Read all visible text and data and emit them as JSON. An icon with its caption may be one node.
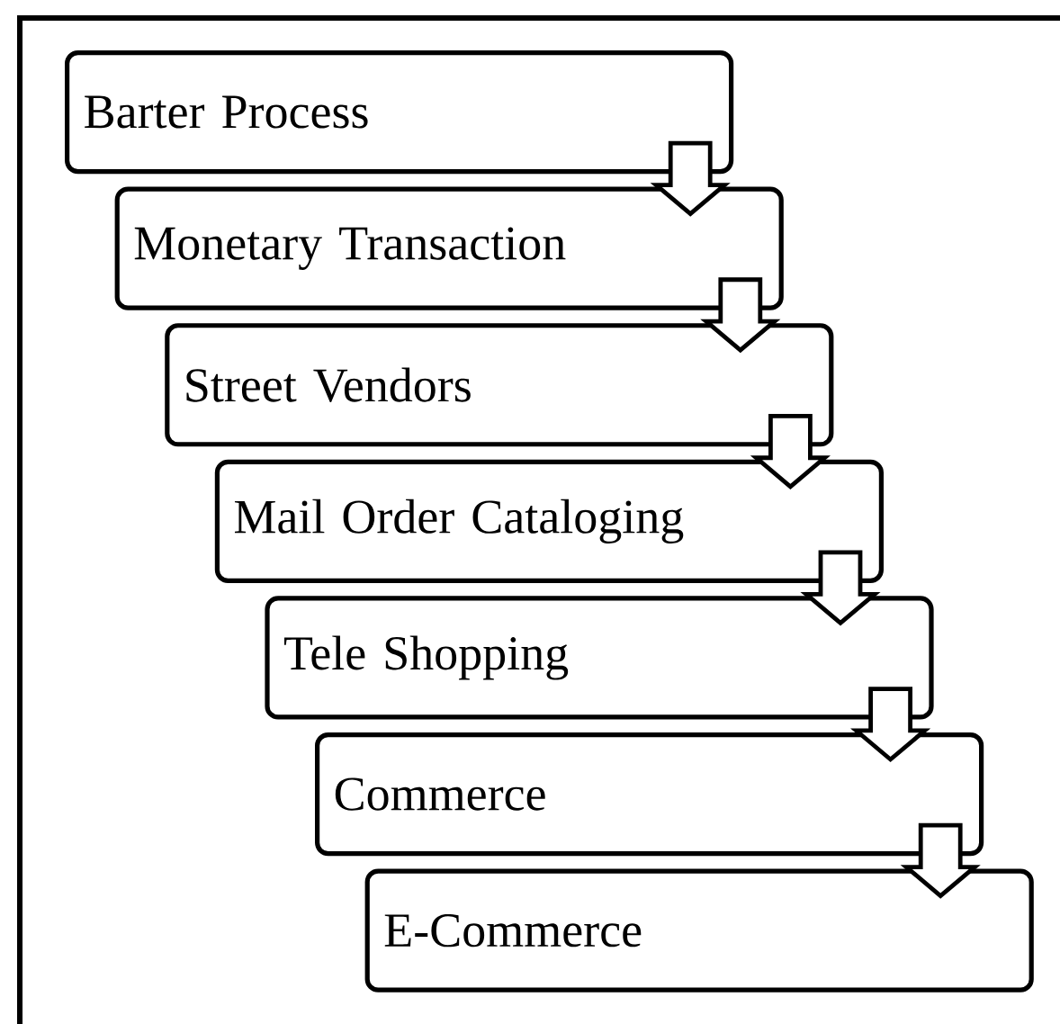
{
  "diagram": {
    "nodes": [
      {
        "text": [
          "Barter Process"
        ]
      },
      {
        "text": [
          "Monetary Transaction"
        ]
      },
      {
        "text": [
          "Street Vendors"
        ]
      },
      {
        "text": [
          "Mail Order Cataloging"
        ]
      },
      {
        "text": [
          "Tele Shopping"
        ]
      },
      {
        "text": [
          "Commerce"
        ]
      },
      {
        "text": [
          "E-Commerce"
        ]
      }
    ],
    "edges": [
      {
        "from": 0,
        "to": 1,
        "arrow": "to"
      },
      {
        "from": 1,
        "to": 2,
        "arrow": "to"
      },
      {
        "from": 2,
        "to": 3,
        "arrow": "to"
      },
      {
        "from": 3,
        "to": 4,
        "arrow": "to"
      },
      {
        "from": 4,
        "to": 5,
        "arrow": "to"
      },
      {
        "from": 5,
        "to": 6,
        "arrow": "to"
      }
    ]
  }
}
